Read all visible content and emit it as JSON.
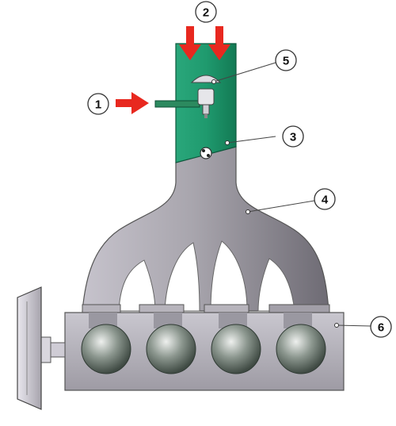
{
  "colors": {
    "background": "#ffffff",
    "intake_tube_green": "#1f9a6e",
    "manifold_gray": "#a8a5ad",
    "manifold_shadow": "#6e6b74",
    "arrow_red": "#e8281f",
    "callout_line": "#444444"
  },
  "callouts": [
    {
      "id": "1",
      "label": "1"
    },
    {
      "id": "2",
      "label": "2"
    },
    {
      "id": "3",
      "label": "3"
    },
    {
      "id": "4",
      "label": "4"
    },
    {
      "id": "5",
      "label": "5"
    },
    {
      "id": "6",
      "label": "6"
    }
  ],
  "icons": {
    "arrow": "red-arrow-icon",
    "injector": "fuel-injector-icon",
    "throttle": "throttle-valve-icon"
  }
}
